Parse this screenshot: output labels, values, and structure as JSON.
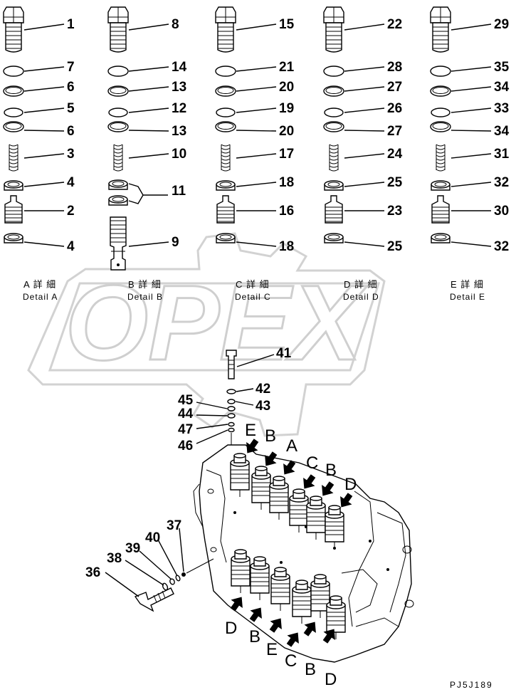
{
  "watermark": "OPEX",
  "drawing_code": "PJ5J189",
  "details": [
    {
      "caption_jp": "A 詳 細",
      "caption_en": "Detail A",
      "labels": [
        "1",
        "7",
        "6",
        "5",
        "6",
        "3",
        "4",
        "2",
        "4"
      ]
    },
    {
      "caption_jp": "B 詳 細",
      "caption_en": "Detail B",
      "labels": [
        "8",
        "14",
        "13",
        "12",
        "13",
        "10",
        "11",
        "9"
      ]
    },
    {
      "caption_jp": "C 詳 細",
      "caption_en": "Detail C",
      "labels": [
        "15",
        "21",
        "20",
        "19",
        "20",
        "17",
        "18",
        "16",
        "18"
      ]
    },
    {
      "caption_jp": "D 詳 細",
      "caption_en": "Detail D",
      "labels": [
        "22",
        "28",
        "27",
        "26",
        "27",
        "24",
        "25",
        "23",
        "25"
      ]
    },
    {
      "caption_jp": "E 詳 細",
      "caption_en": "Detail E",
      "labels": [
        "29",
        "35",
        "34",
        "33",
        "34",
        "31",
        "32",
        "30",
        "32"
      ]
    }
  ],
  "assembly": {
    "labels": [
      "41",
      "42",
      "43",
      "45",
      "44",
      "47",
      "46",
      "37",
      "40",
      "39",
      "38",
      "36"
    ],
    "top_letters": [
      "E",
      "B",
      "A",
      "C",
      "B",
      "D"
    ],
    "bottom_letters": [
      "D",
      "B",
      "E",
      "C",
      "B",
      "D"
    ]
  }
}
